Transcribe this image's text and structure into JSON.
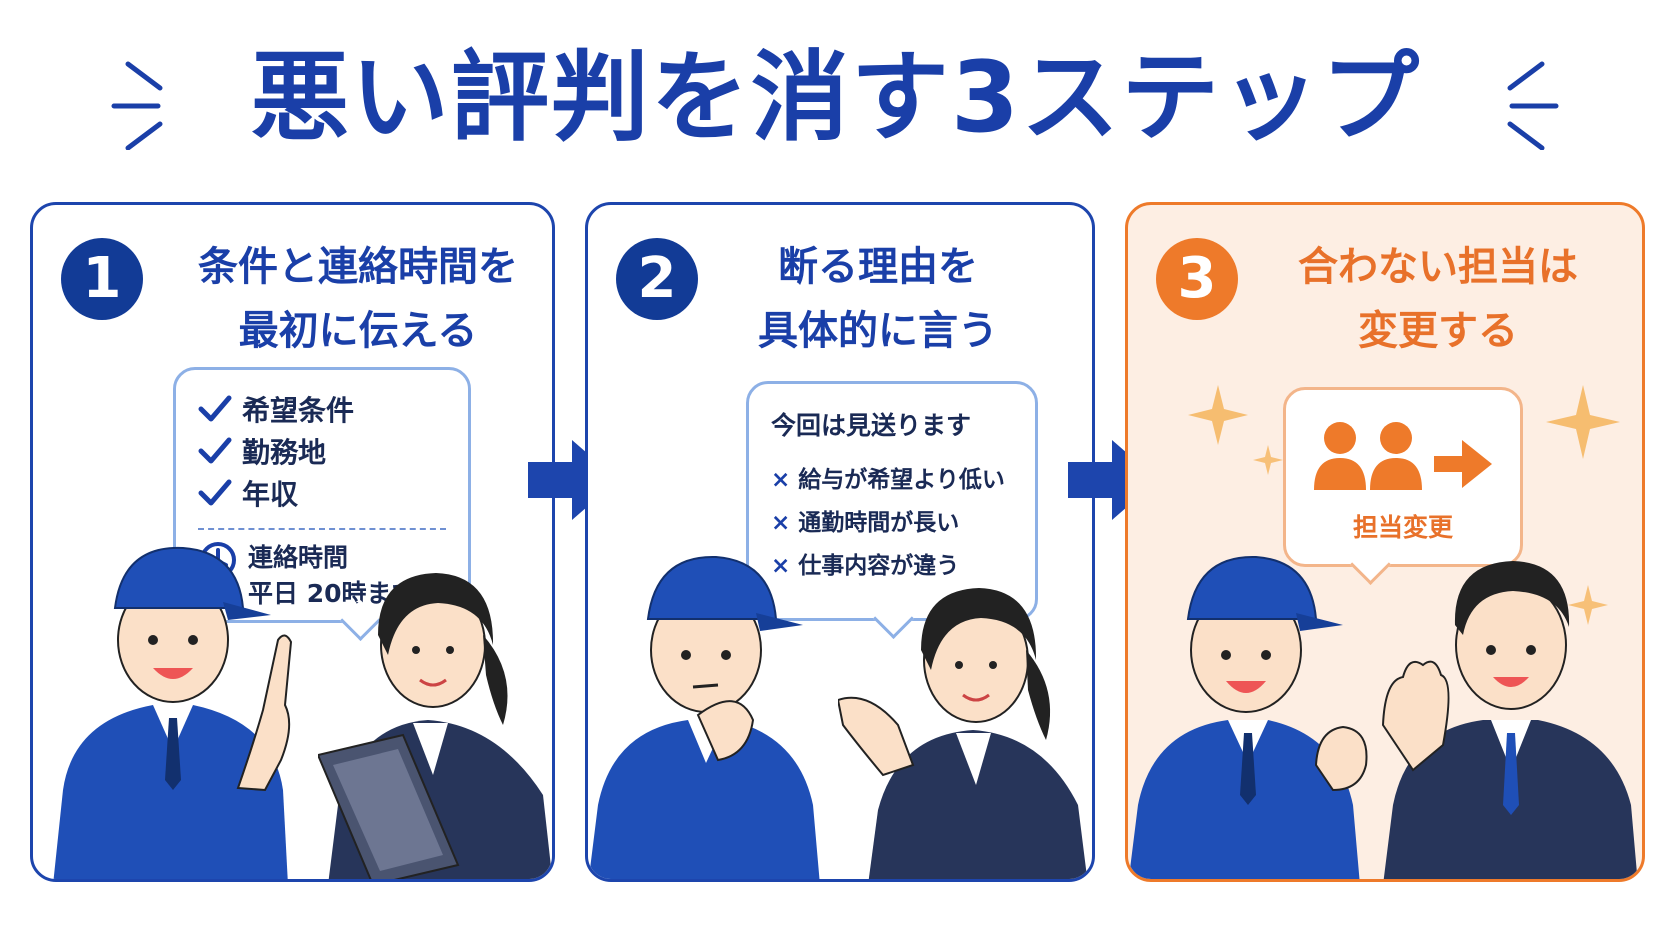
{
  "title": "悪い評判を消す3ステップ",
  "colors": {
    "primary": "#1a3fa8",
    "accent": "#ee7a2a",
    "ink": "#1a2a55"
  },
  "steps": [
    {
      "number": "1",
      "heading_line1": "条件と連絡時間を",
      "heading_line2": "最初に伝える",
      "checklist": [
        "希望条件",
        "勤務地",
        "年収"
      ],
      "contact_label": "連絡時間",
      "contact_value": "平日 20時まで"
    },
    {
      "number": "2",
      "heading_line1": "断る理由を",
      "heading_line2": "具体的に言う",
      "bubble_title": "今回は見送ります",
      "reasons": [
        "給与が希望より低い",
        "通勤時間が長い",
        "仕事内容が違う"
      ],
      "x_mark": "×"
    },
    {
      "number": "3",
      "heading_line1": "合わない担当は",
      "heading_line2": "変更する",
      "bubble_label": "担当変更"
    }
  ],
  "icons": [
    "check-icon",
    "clock-icon",
    "right-arrow-icon",
    "people-icon",
    "sparkle-icon"
  ]
}
